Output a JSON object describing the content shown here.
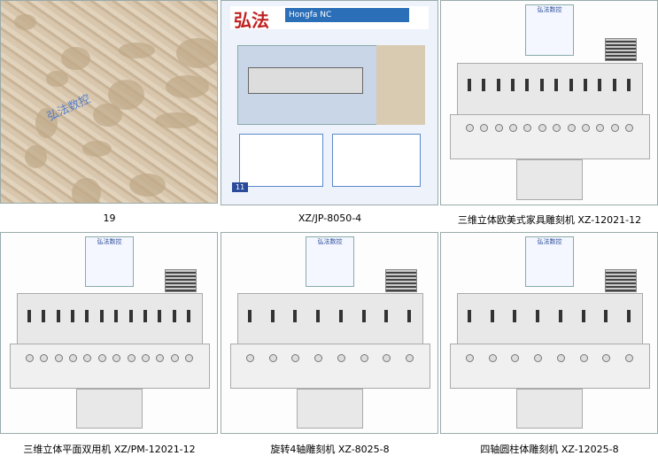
{
  "products": [
    {
      "caption": "19",
      "type": "relief",
      "watermark": "弘法数控"
    },
    {
      "caption": "XZ/JP-8050-4",
      "type": "brochure",
      "brand_cn": "弘法",
      "brand_en": "Hongfa NC",
      "page_num": "11"
    },
    {
      "caption": "三维立体欧美式家具雕刻机  XZ-12021-12",
      "type": "machine",
      "sign": "弘法数控",
      "spindles": 12
    },
    {
      "caption": "三维立体平面双用机  XZ/PM-12021-12",
      "type": "machine",
      "sign": "弘法数控",
      "spindles": 12
    },
    {
      "caption": "旋转4轴雕刻机  XZ-8025-8",
      "type": "machine",
      "sign": "弘法数控",
      "spindles": 8
    },
    {
      "caption": "四轴圆柱体雕刻机  XZ-12025-8",
      "type": "machine",
      "sign": "弘法数控",
      "spindles": 8
    }
  ]
}
